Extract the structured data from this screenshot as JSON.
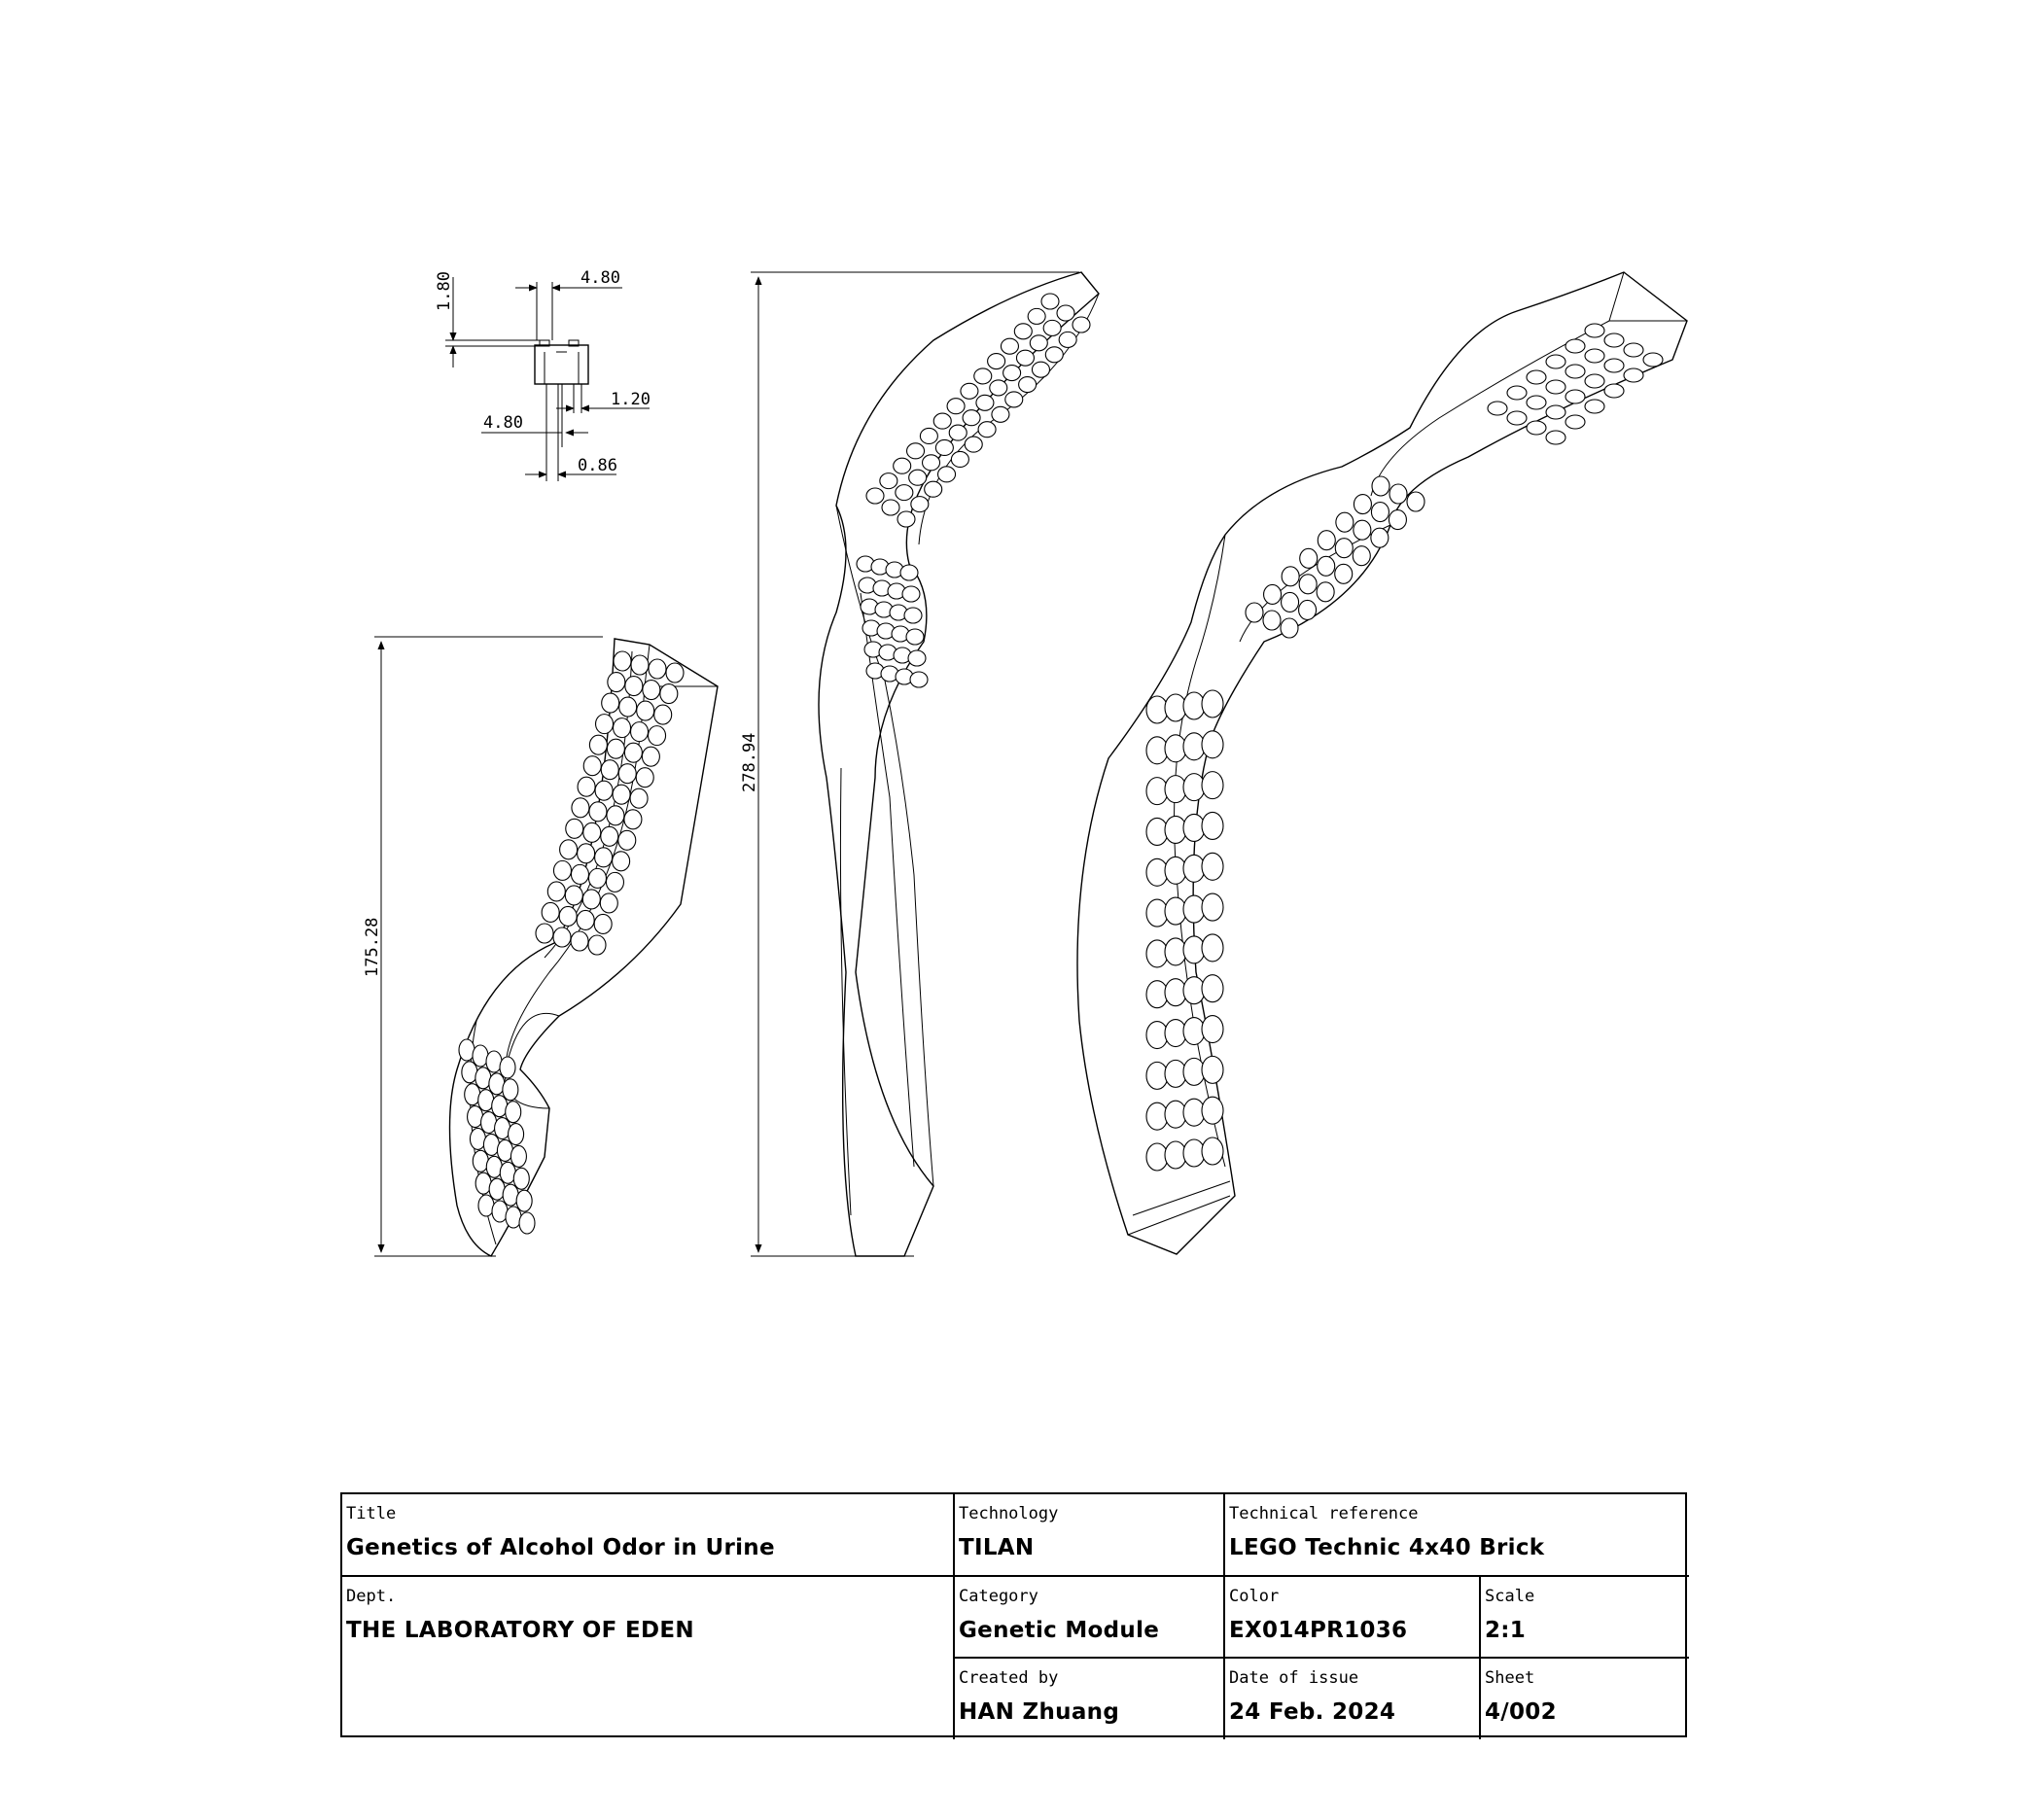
{
  "dimensions": {
    "detail_top_width": "4.80",
    "detail_height": "1.80",
    "detail_side": "1.20",
    "detail_bottom_width": "4.80",
    "detail_wall": "0.86",
    "view1_height": "175.28",
    "view2_height": "278.94"
  },
  "title_block": {
    "title_label": "Title",
    "title_value": "Genetics of Alcohol Odor in Urine",
    "technology_label": "Technology",
    "technology_value": "TILAN",
    "tech_ref_label": "Technical reference",
    "tech_ref_value": "LEGO Technic 4x40 Brick",
    "dept_label": "Dept.",
    "dept_value": "THE LABORATORY OF EDEN",
    "category_label": "Category",
    "category_value": "Genetic Module",
    "color_label": "Color",
    "color_value": "EX014PR1036",
    "scale_label": "Scale",
    "scale_value": "2:1",
    "created_label": "Created by",
    "created_value": "HAN Zhuang",
    "date_label": "Date of issue",
    "date_value": "24 Feb. 2024",
    "sheet_label": "Sheet",
    "sheet_value": "4/002"
  }
}
